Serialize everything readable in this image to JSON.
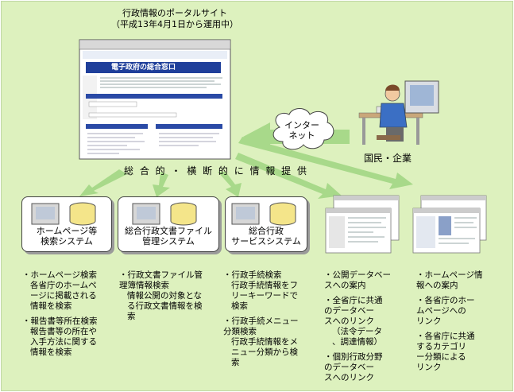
{
  "header": {
    "title_line1": "行政情報のポータルサイト",
    "title_line2": "（平成13年4月1日から運用中）"
  },
  "portal_screenshot": {
    "banner_text": "電子政府の総合窓口"
  },
  "internet_label": "インター\nネット",
  "citizen_label": "国民・企業",
  "provision_label": "総 合 的 ・ 横 断 的 に 情 報 提 供",
  "systems": [
    {
      "label": "ホームページ等\n検索システム",
      "items": [
        {
          "bullet": "・ホームページ検索",
          "detail": "各省庁のホームペ\nージに掲載される\n情報を検索"
        },
        {
          "bullet": "・報告書等所在検索",
          "detail": "報告書等の所在や\n入手方法に関する\n情報を検索"
        }
      ]
    },
    {
      "label": "総合行政文書ファイル\n管理システム",
      "items": [
        {
          "bullet": "・行政文書ファイル管\n理簿情報検索",
          "detail": "情報公開の対象とな\nる行政文書情報を検\n索"
        }
      ]
    },
    {
      "label": "総合行政\nサービスシステム",
      "items": [
        {
          "bullet": "・行政手続検索",
          "detail": "行政手続情報をフ\nリーキーワードで\n検索"
        },
        {
          "bullet": "・行政手続メニュー\n分類検索",
          "detail": "行政手続情報をメ\nニュー分類から検\n索"
        }
      ]
    }
  ],
  "links": [
    {
      "items": [
        {
          "bullet": "・公開データベー\nスへの案内",
          "detail": ""
        },
        {
          "bullet": "・全省庁に共通\nのデータベー\nスへのリンク",
          "detail": "（法令データ\n、調達情報）"
        },
        {
          "bullet": "・個別行政分野\nのデータベー\nスへのリンク",
          "detail": ""
        }
      ]
    },
    {
      "items": [
        {
          "bullet": "・ホームページ情\n報への案内",
          "detail": ""
        },
        {
          "bullet": "・各省庁のホー\nムページへの\nリンク",
          "detail": ""
        },
        {
          "bullet": "・各省庁に共通\nするカテゴリ\nー分類による\nリンク",
          "detail": ""
        }
      ]
    }
  ],
  "colors": {
    "background": "#ddf1be",
    "arrow": "#a8d98a",
    "box_border": "#444444",
    "portal_blue": "#1f3f9a",
    "disk_yellow": "#f4e58a"
  }
}
